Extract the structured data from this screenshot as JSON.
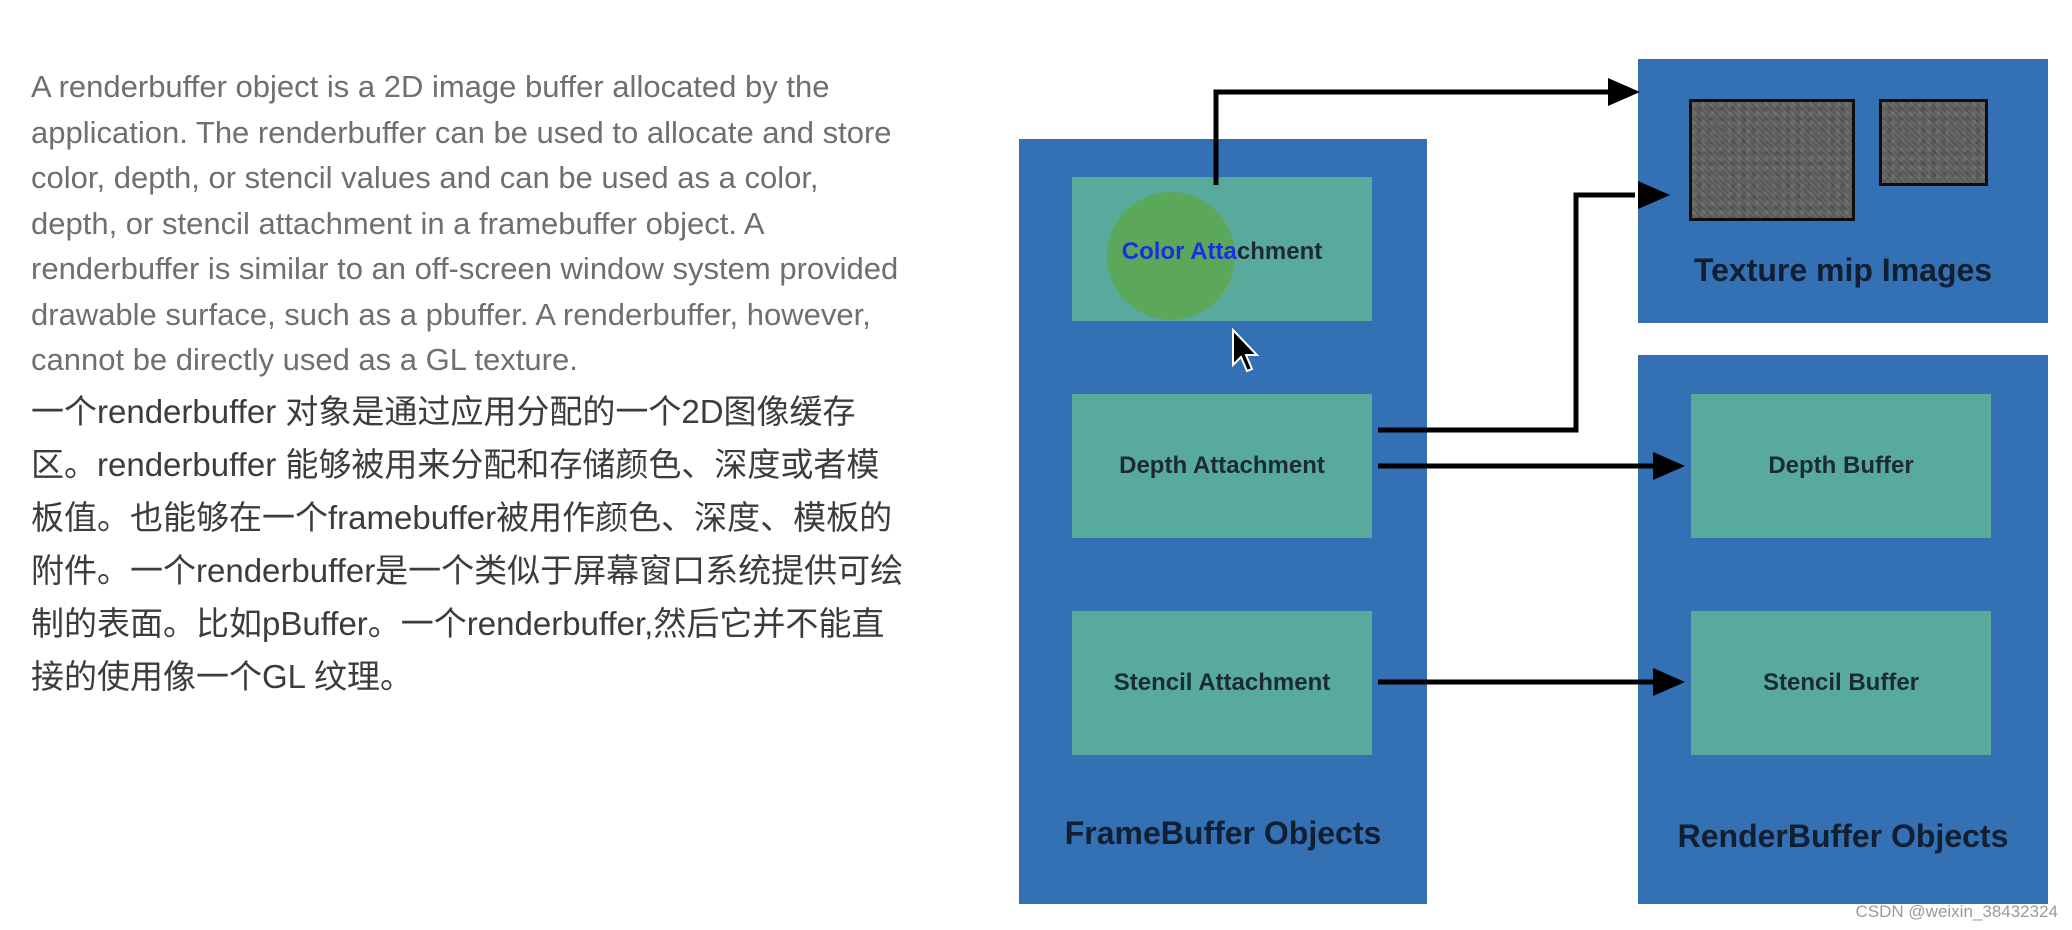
{
  "text": {
    "english": "A renderbuffer object is a 2D image buffer allocated by the application. The renderbuffer can be used to allocate and store color, depth, or stencil values and can be used as a color, depth, or stencil attachment in a framebuffer object. A renderbuffer is similar to an off-screen window system provided drawable surface, such as a pbuffer. A renderbuffer, however, cannot be directly used as a GL texture.",
    "chinese": "一个renderbuffer 对象是通过应用分配的一个2D图像缓存区。renderbuffer 能够被用来分配和存储颜色、深度或者模板值。也能够在一个framebuffer被用作颜色、深度、模板的附件。一个renderbuffer是一个类似于屏幕窗口系统提供可绘制的表面。比如pBuffer。一个renderbuffer,然后它并不能直接的使用像一个GL 纹理。"
  },
  "diagram": {
    "framebuffer": {
      "title": "FrameBuffer Objects",
      "color_attachment_part1": "Color Atta",
      "color_attachment_part2": "chment",
      "depth_attachment": "Depth Attachment",
      "stencil_attachment": "Stencil Attachment"
    },
    "texture": {
      "title": "Texture mip Images"
    },
    "renderbuffer": {
      "title": "RenderBuffer Objects",
      "depth_buffer": "Depth Buffer",
      "stencil_buffer": "Stencil Buffer"
    }
  },
  "colors": {
    "panel_blue": "#3470b4",
    "attachment_green": "#58ab9c",
    "arrow": "#000000"
  },
  "watermark": "CSDN @weixin_38432324"
}
